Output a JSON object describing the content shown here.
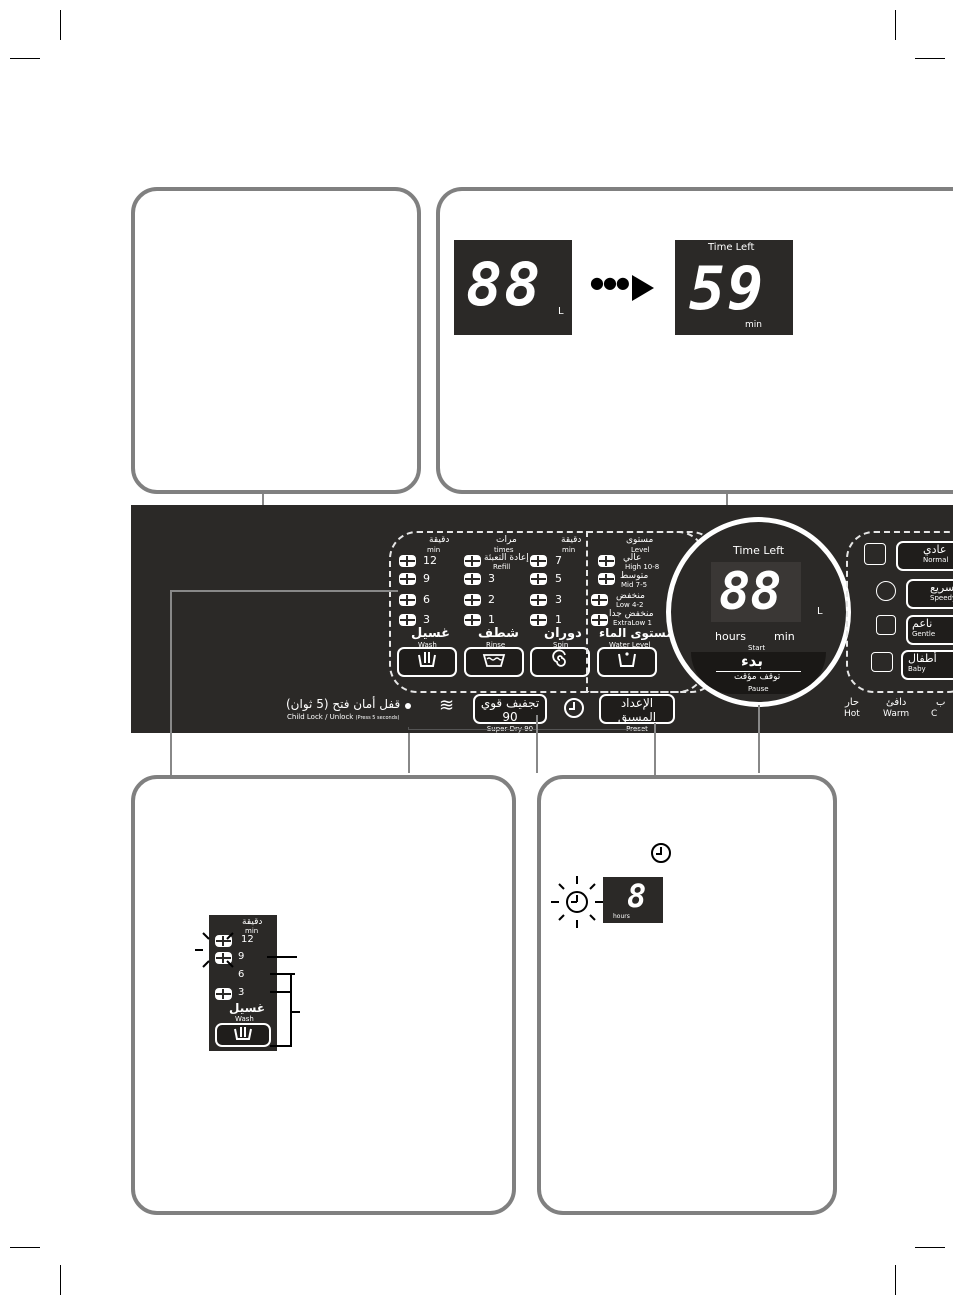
{
  "display_before": {
    "digits": "88",
    "unit": "L"
  },
  "display_after": {
    "header": "Time Left",
    "digits": "59",
    "unit": "min"
  },
  "arrow_dots": "●●●",
  "panel": {
    "wash_group": {
      "header_ar": "دقيقة",
      "header_en": "min",
      "values": [
        "12",
        "9",
        "6",
        "3"
      ],
      "label_ar": "غسيل",
      "label_en": "Wash"
    },
    "rinse_group": {
      "header_ar": "مرات",
      "header_en": "times",
      "sub_ar": "إعادة التعبئة",
      "sub_en": "Refill",
      "values": [
        "3",
        "2",
        "1"
      ],
      "label_ar": "شطف",
      "label_en": "Rinse"
    },
    "spin_group": {
      "header_ar": "دقيقة",
      "header_en": "min",
      "values": [
        "7",
        "5",
        "3",
        "1"
      ],
      "label_ar": "دوران",
      "label_en": "Spin"
    },
    "water_group": {
      "header_ar": "مستوى",
      "header_en": "Level",
      "levels": [
        {
          "ar": "عالي",
          "en": "High 10-8"
        },
        {
          "ar": "متوسط",
          "en": "Mid 7-5"
        },
        {
          "ar": "منخفض",
          "en": "Low 4-2"
        },
        {
          "ar": "منخفض جدا",
          "en": "ExtraLow 1"
        }
      ],
      "label_ar": "مستوى الماء",
      "label_en": "Water Level"
    },
    "child_lock_ar": "قفل أمان   فتح (5 ثوان)",
    "child_lock_en": "Child Lock / Unlock",
    "child_lock_small": "(Press 5 seconds)",
    "superdry_ar": "تجفيف قوي 90",
    "superdry_en": "Super Dry 90",
    "preset_ar": "الإعداد المسبق",
    "preset_en": "Preset",
    "timer": {
      "title": "Time Left",
      "digits": "88",
      "unit": "L",
      "hours": "hours",
      "min": "min"
    },
    "start": {
      "en": "Start",
      "ar": "بدء",
      "pause_ar": "توقف مؤقت",
      "pause_en": "Pause"
    },
    "temps": [
      {
        "ar": "حار",
        "en": "Hot"
      },
      {
        "ar": "دافئ",
        "en": "Warm"
      },
      {
        "ar": "ب",
        "en": "C"
      }
    ],
    "programs": [
      {
        "ar": "عادي",
        "en": "Normal"
      },
      {
        "ar": "سريع",
        "en": "Speedy"
      },
      {
        "ar": "ناعم",
        "en": "Gentle"
      },
      {
        "ar": "أطفال",
        "en": "Baby"
      }
    ]
  },
  "wash_detail": {
    "header_ar": "دقيقة",
    "header_en": "min",
    "values": [
      "12",
      "9",
      "6",
      "3"
    ],
    "label_ar": "غسيل",
    "label_en": "Wash"
  },
  "preset_detail": {
    "digit": "8",
    "unit": "hours"
  }
}
